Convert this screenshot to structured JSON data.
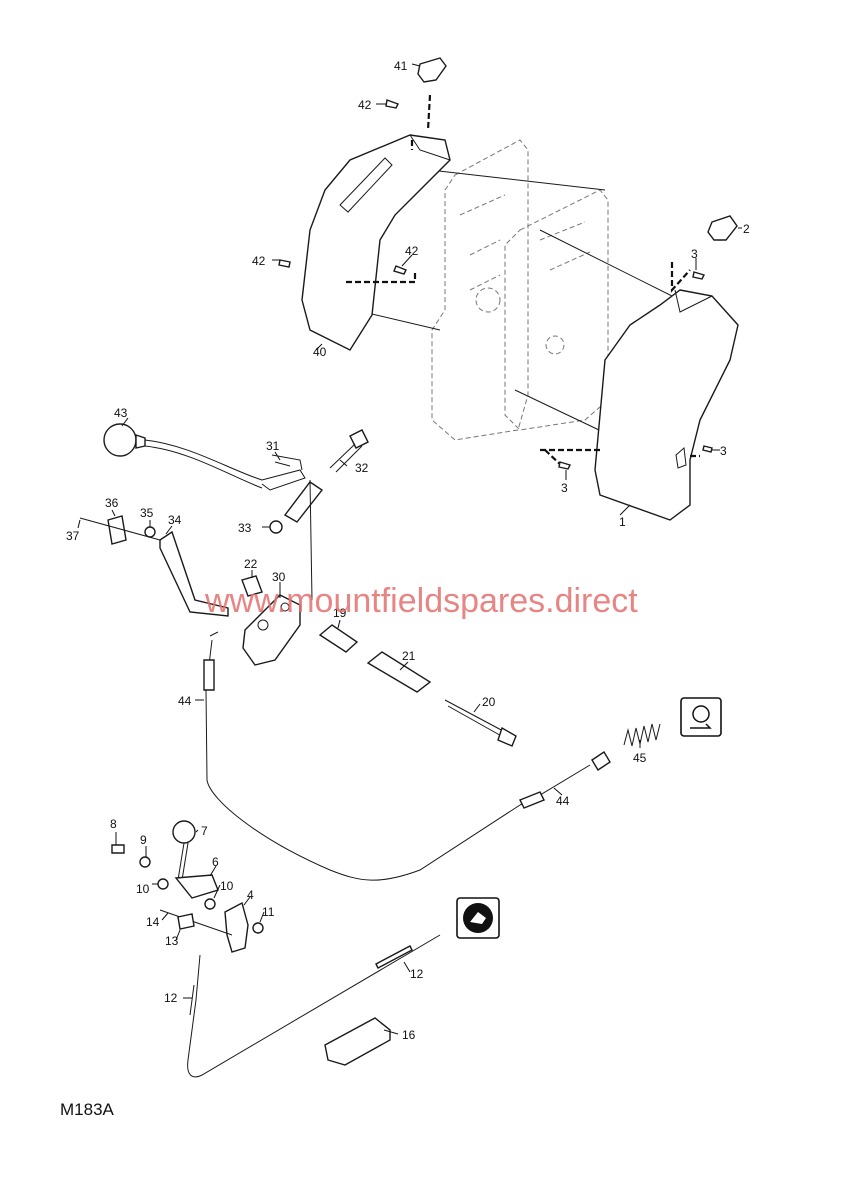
{
  "diagram_code": "M183A",
  "watermark": "www.mountfieldspares.direct",
  "callouts": {
    "c41": "41",
    "c42a": "42",
    "c42b": "42",
    "c42c": "42",
    "c2": "2",
    "c3a": "3",
    "c3b": "3",
    "c3c": "3",
    "c40": "40",
    "c1": "1",
    "c43": "43",
    "c31": "31",
    "c32": "32",
    "c33": "33",
    "c36": "36",
    "c35": "35",
    "c34": "34",
    "c37": "37",
    "c22": "22",
    "c30": "30",
    "c19": "19",
    "c21": "21",
    "c20": "20",
    "c44a": "44",
    "c44b": "44",
    "c45": "45",
    "c8": "8",
    "c9": "9",
    "c7": "7",
    "c6": "6",
    "c10a": "10",
    "c10b": "10",
    "c4": "4",
    "c11": "11",
    "c14": "14",
    "c13": "13",
    "c12a": "12",
    "c12b": "12",
    "c16": "16"
  }
}
